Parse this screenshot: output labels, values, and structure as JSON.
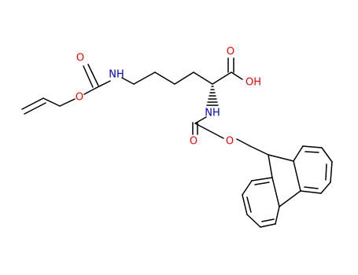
{
  "colors": {
    "background": "#ffffff",
    "bond": "#000000",
    "oxygen": "#ff0000",
    "nitrogen": "#0000cc"
  },
  "atoms": {
    "o_allyl_carbonyl": "O",
    "o_allyl_ester": "O",
    "n_epsilon": "NH",
    "o_acid_carbonyl": "O",
    "oh_acid": "OH",
    "n_alpha": "NH",
    "o_fmoc_carbonyl": "O",
    "o_fmoc_ester": "O"
  }
}
